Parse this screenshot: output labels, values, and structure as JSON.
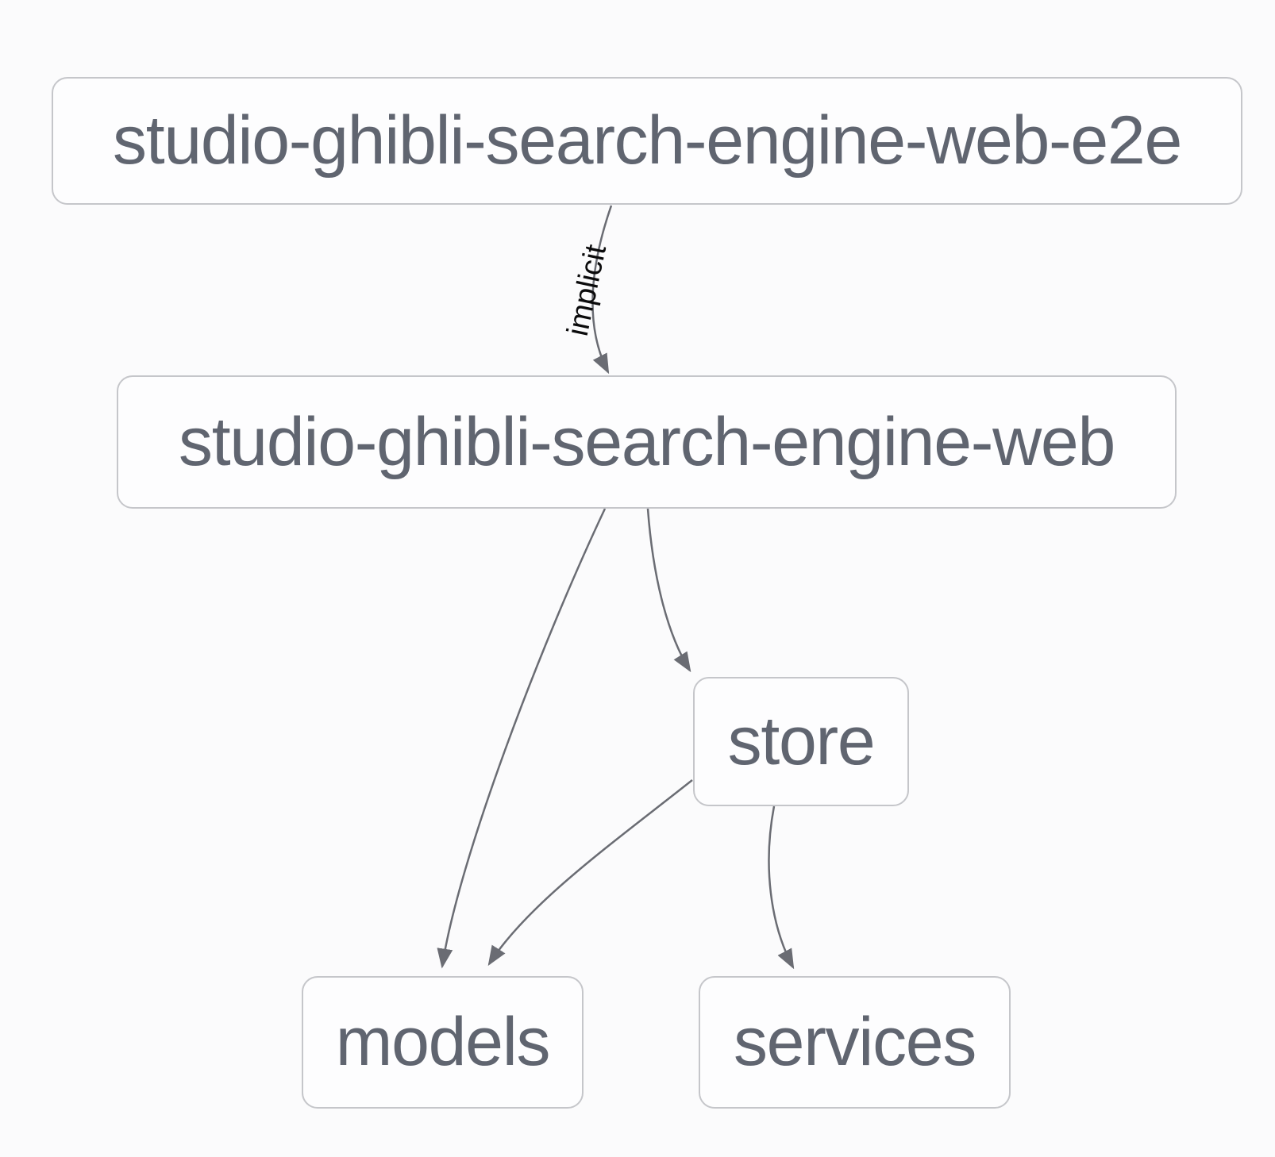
{
  "graph": {
    "nodes": {
      "e2e": {
        "label": "studio-ghibli-search-engine-web-e2e"
      },
      "web": {
        "label": "studio-ghibli-search-engine-web"
      },
      "store": {
        "label": "store"
      },
      "models": {
        "label": "models"
      },
      "services": {
        "label": "services"
      }
    },
    "edges": [
      {
        "from": "studio-ghibli-search-engine-web-e2e",
        "to": "studio-ghibli-search-engine-web",
        "label": "implicit"
      },
      {
        "from": "studio-ghibli-search-engine-web",
        "to": "models",
        "label": ""
      },
      {
        "from": "studio-ghibli-search-engine-web",
        "to": "store",
        "label": ""
      },
      {
        "from": "store",
        "to": "models",
        "label": ""
      },
      {
        "from": "store",
        "to": "services",
        "label": ""
      }
    ]
  },
  "theme": {
    "background": "#fbfbfc",
    "node-fill": "#fdfdfe",
    "node-border": "#c5c6ca",
    "node-text": "#606570",
    "edge-stroke": "#6a6c73",
    "edge-label-color": "#0b0b0c"
  }
}
